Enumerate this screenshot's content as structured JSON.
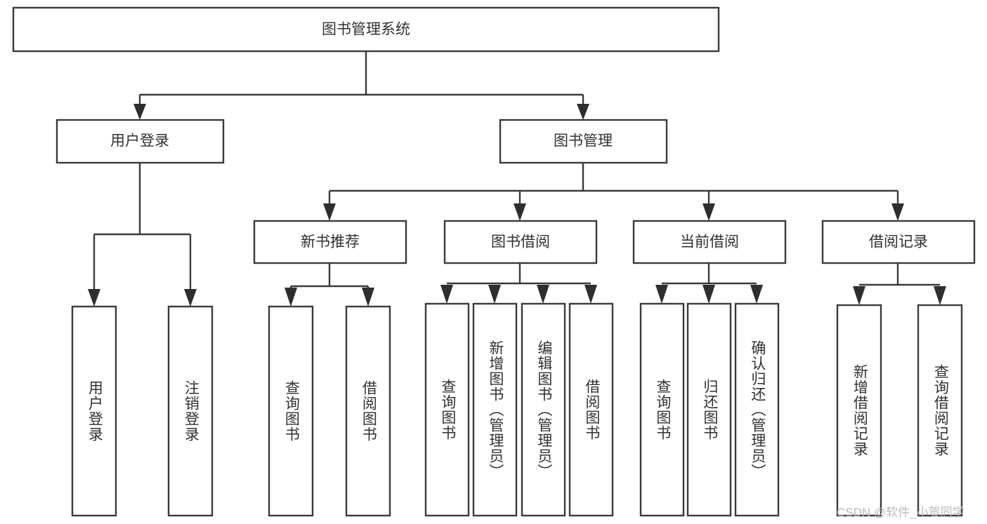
{
  "diagram": {
    "type": "tree-hierarchy-chart",
    "title": "图书管理系统",
    "background_color": "#ffffff",
    "box_border_color": "#3a3a3c",
    "text_color": "#313133",
    "connector_color": "#3a3a3c",
    "levels": {
      "root": {
        "label": "图书管理系统"
      },
      "level1": [
        {
          "id": "user-login",
          "label": "用户登录"
        },
        {
          "id": "book-management",
          "label": "图书管理"
        }
      ],
      "level2": [
        {
          "id": "new-book-recommend",
          "label": "新书推荐",
          "parent": "book-management"
        },
        {
          "id": "book-borrow",
          "label": "图书借阅",
          "parent": "book-management"
        },
        {
          "id": "current-borrow",
          "label": "当前借阅",
          "parent": "book-management"
        },
        {
          "id": "borrow-record",
          "label": "借阅记录",
          "parent": "book-management"
        }
      ],
      "leaves": {
        "user_login": [
          {
            "id": "leaf-user-login",
            "label": "用户登录"
          },
          {
            "id": "leaf-user-logout",
            "label": "注销登录"
          }
        ],
        "new_book_recommend": [
          {
            "id": "leaf-query-book-1",
            "label": "查询图书"
          },
          {
            "id": "leaf-borrow-book-1",
            "label": "借阅图书"
          }
        ],
        "book_borrow": [
          {
            "id": "leaf-query-book-2",
            "label": "查询图书"
          },
          {
            "id": "leaf-add-book",
            "label": "新增图书（管理员）"
          },
          {
            "id": "leaf-edit-book",
            "label": "编辑图书（管理员）"
          },
          {
            "id": "leaf-borrow-book-2",
            "label": "借阅图书"
          }
        ],
        "current_borrow": [
          {
            "id": "leaf-query-book-3",
            "label": "查询图书"
          },
          {
            "id": "leaf-return-book",
            "label": "归还图书"
          },
          {
            "id": "leaf-confirm-return",
            "label": "确认归还（管理员）"
          }
        ],
        "borrow_record": [
          {
            "id": "leaf-add-record",
            "label": "新增借阅记录"
          },
          {
            "id": "leaf-query-record",
            "label": "查询借阅记录"
          }
        ]
      }
    },
    "watermark": "CSDN @软件_小贺同学"
  }
}
